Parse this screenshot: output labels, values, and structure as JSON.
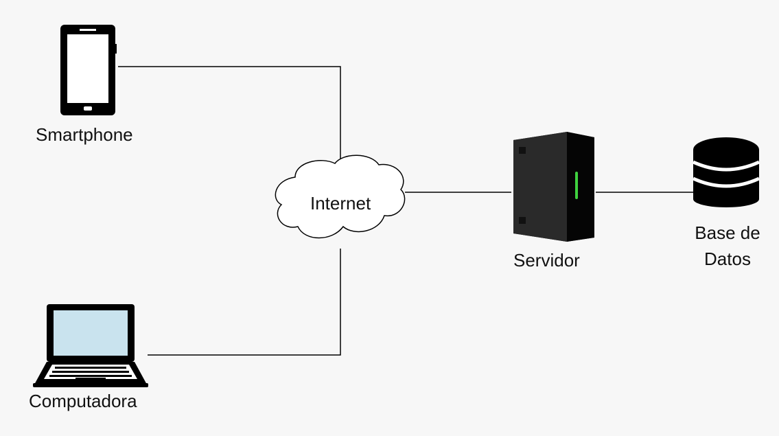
{
  "nodes": {
    "smartphone": {
      "label": "Smartphone",
      "icon": "smartphone-icon"
    },
    "computadora": {
      "label": "Computadora",
      "icon": "laptop-icon"
    },
    "internet": {
      "label": "Internet",
      "icon": "cloud-icon"
    },
    "servidor": {
      "label": "Servidor",
      "icon": "server-icon"
    },
    "base_datos": {
      "label_line1": "Base de",
      "label_line2": "Datos",
      "icon": "database-icon"
    }
  },
  "connections": [
    {
      "from": "smartphone",
      "to": "internet"
    },
    {
      "from": "computadora",
      "to": "internet"
    },
    {
      "from": "internet",
      "to": "servidor"
    },
    {
      "from": "servidor",
      "to": "base_datos"
    }
  ],
  "colors": {
    "background": "#f7f7f7",
    "line": "#000000",
    "screen_laptop": "#c9e3ee",
    "server_light": "#3fd13f"
  }
}
